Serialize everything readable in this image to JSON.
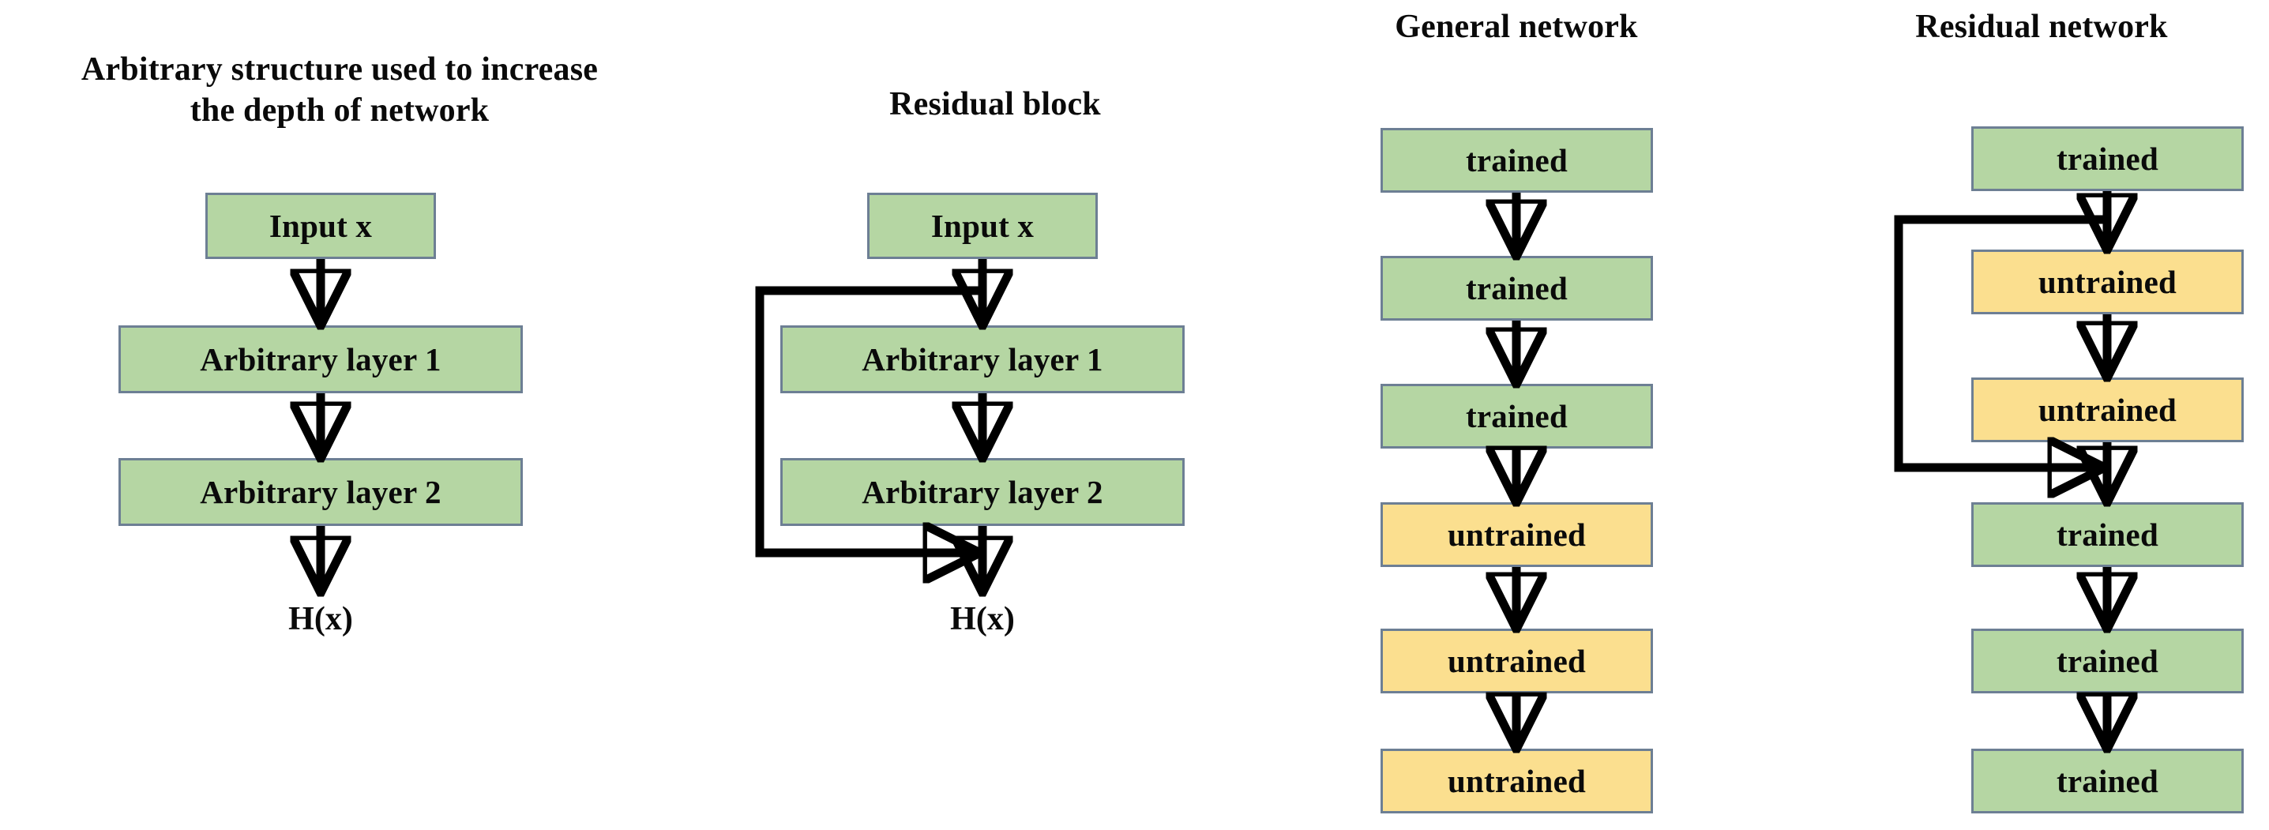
{
  "figure": {
    "background_color": "#ffffff",
    "node_border_color": "#6d7f94",
    "edge_color": "#000000"
  },
  "legend_colors": {
    "trained_fill": "#b5d6a3",
    "untrained_fill": "#fbdf8f"
  },
  "panels": [
    {
      "id": "arbitrary-structure",
      "title": "Arbitrary structure used to increase\nthe depth of network",
      "nodes": [
        {
          "label": "Input x",
          "state": "trained"
        },
        {
          "label": "Arbitrary layer 1",
          "state": "trained"
        },
        {
          "label": "Arbitrary layer 2",
          "state": "trained"
        }
      ],
      "output_label": "H(x)",
      "has_skip_connection": false
    },
    {
      "id": "residual-block",
      "title": "Residual block",
      "nodes": [
        {
          "label": "Input x",
          "state": "trained"
        },
        {
          "label": "Arbitrary layer 1",
          "state": "trained"
        },
        {
          "label": "Arbitrary layer 2",
          "state": "trained"
        }
      ],
      "output_label": "H(x)",
      "has_skip_connection": true
    },
    {
      "id": "general-network",
      "title": "General network",
      "nodes": [
        {
          "label": "trained",
          "state": "trained"
        },
        {
          "label": "trained",
          "state": "trained"
        },
        {
          "label": "trained",
          "state": "trained"
        },
        {
          "label": "untrained",
          "state": "untrained"
        },
        {
          "label": "untrained",
          "state": "untrained"
        },
        {
          "label": "untrained",
          "state": "untrained"
        }
      ],
      "output_label": "",
      "has_skip_connection": false
    },
    {
      "id": "residual-network",
      "title": "Residual network",
      "nodes": [
        {
          "label": "trained",
          "state": "trained"
        },
        {
          "label": "untrained",
          "state": "untrained"
        },
        {
          "label": "untrained",
          "state": "untrained"
        },
        {
          "label": "trained",
          "state": "trained"
        },
        {
          "label": "trained",
          "state": "trained"
        },
        {
          "label": "trained",
          "state": "trained"
        }
      ],
      "output_label": "",
      "has_skip_connection": true
    }
  ]
}
